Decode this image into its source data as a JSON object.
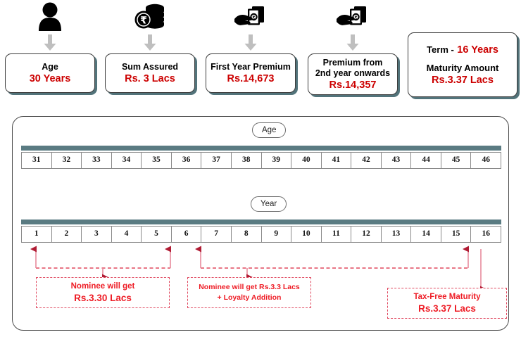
{
  "top": {
    "columns": [
      {
        "icon": "person-icon",
        "arrow": "down-arrow-icon",
        "label": "Age",
        "value": "30 Years"
      },
      {
        "icon": "rupee-coins-icon",
        "arrow": "down-arrow-icon",
        "label": "Sum Assured",
        "value": "Rs. 3 Lacs"
      },
      {
        "icon": "hand-cash-icon",
        "arrow": "down-arrow-icon",
        "label": "First Year Premium",
        "value": "Rs.14,673"
      },
      {
        "icon": "hand-cash-icon",
        "arrow": "down-arrow-icon",
        "label_line1": "Premium from",
        "label_line2": "2nd year onwards",
        "value": "Rs.14,357"
      }
    ],
    "term_card": {
      "term_label": "Term  -",
      "term_value": "16 Years",
      "maturity_label": "Maturity Amount",
      "maturity_value": "Rs.3.37 Lacs"
    }
  },
  "timeline": {
    "age_pill": "Age",
    "year_pill": "Year",
    "age_values": [
      "31",
      "32",
      "33",
      "34",
      "35",
      "36",
      "37",
      "38",
      "39",
      "40",
      "41",
      "42",
      "43",
      "44",
      "45",
      "46"
    ],
    "year_values": [
      "1",
      "2",
      "3",
      "4",
      "5",
      "6",
      "7",
      "8",
      "9",
      "10",
      "11",
      "12",
      "13",
      "14",
      "15",
      "16"
    ],
    "callouts": [
      {
        "line1": "Nominee will get",
        "line2": "Rs.3.30 Lacs",
        "span_from_year": "1",
        "span_to_year": "5"
      },
      {
        "line1": "Nominee will get Rs.3.3 Lacs",
        "line2": "+ Loyalty Addition",
        "span_from_year": "6",
        "span_to_year": "15"
      },
      {
        "line1": "Tax-Free Maturity",
        "line2": "Rs.3.37 Lacs",
        "span_from_year": "16",
        "span_to_year": "16"
      }
    ]
  },
  "colors": {
    "red_text": "#cc0000",
    "callout_red": "#ee1c25",
    "teal_bar": "#5a7b82",
    "card_shadow": "#52737a",
    "gray_arrow": "#bfbfbf"
  }
}
